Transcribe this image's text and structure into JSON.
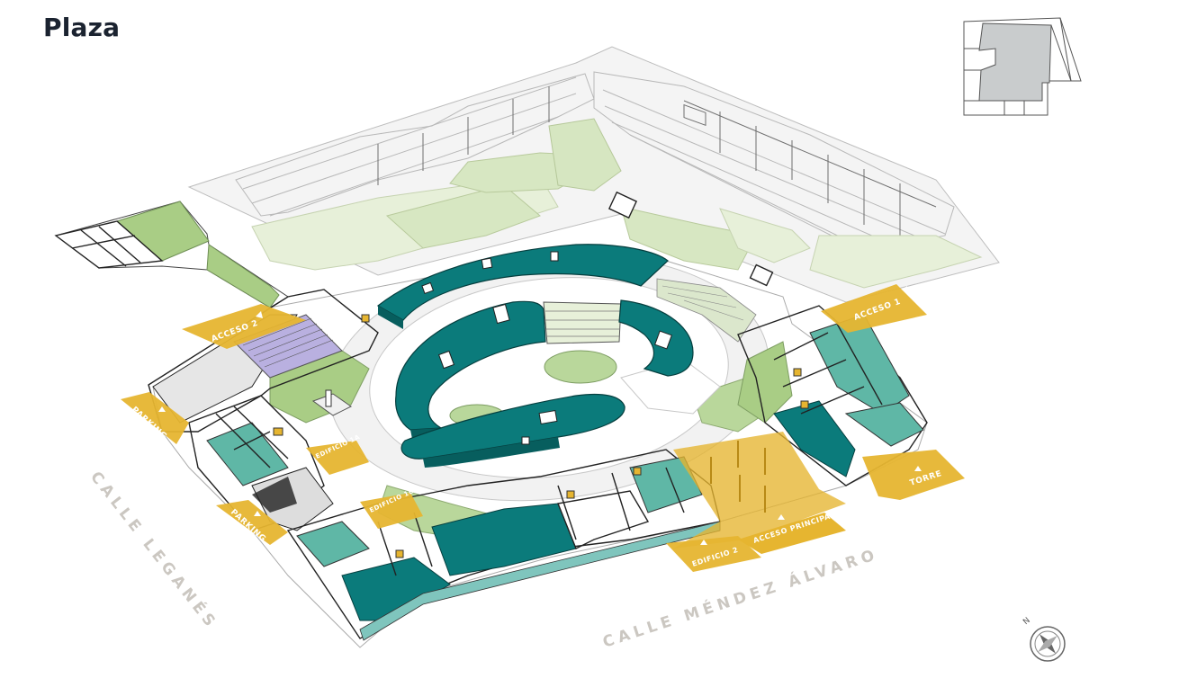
{
  "page": {
    "title": "Plaza"
  },
  "map": {
    "colors": {
      "teal": "#0b7b7b",
      "teal_dark": "#075e5e",
      "teal_light": "#5fb7a6",
      "green": "#9fc87d",
      "green_light": "#cfe3b6",
      "gold": "#e6b530",
      "lavender": "#b9b0e0",
      "wire": "#b8b8b8"
    },
    "labels": {
      "acceso_1": "ACCESO 1",
      "acceso_2": "ACCESO 2",
      "parking_1": "PARKING",
      "parking_2": "PARKING",
      "edificio_1a": "EDIFICIO 1A",
      "edificio_1b": "EDIFICIO 1B",
      "edificio_2": "EDIFICIO 2",
      "acceso_principal": "ACCESO PRINCIPAL",
      "torre": "TORRE"
    },
    "streets": {
      "leganes": "CALLE LEGANÉS",
      "mendez_alvaro": "CALLE MÉNDEZ ÁLVARO"
    },
    "compass": {
      "north_label": "N",
      "icon": "compass-rose-icon"
    },
    "key_plan": {
      "icon": "key-plan-icon"
    }
  }
}
